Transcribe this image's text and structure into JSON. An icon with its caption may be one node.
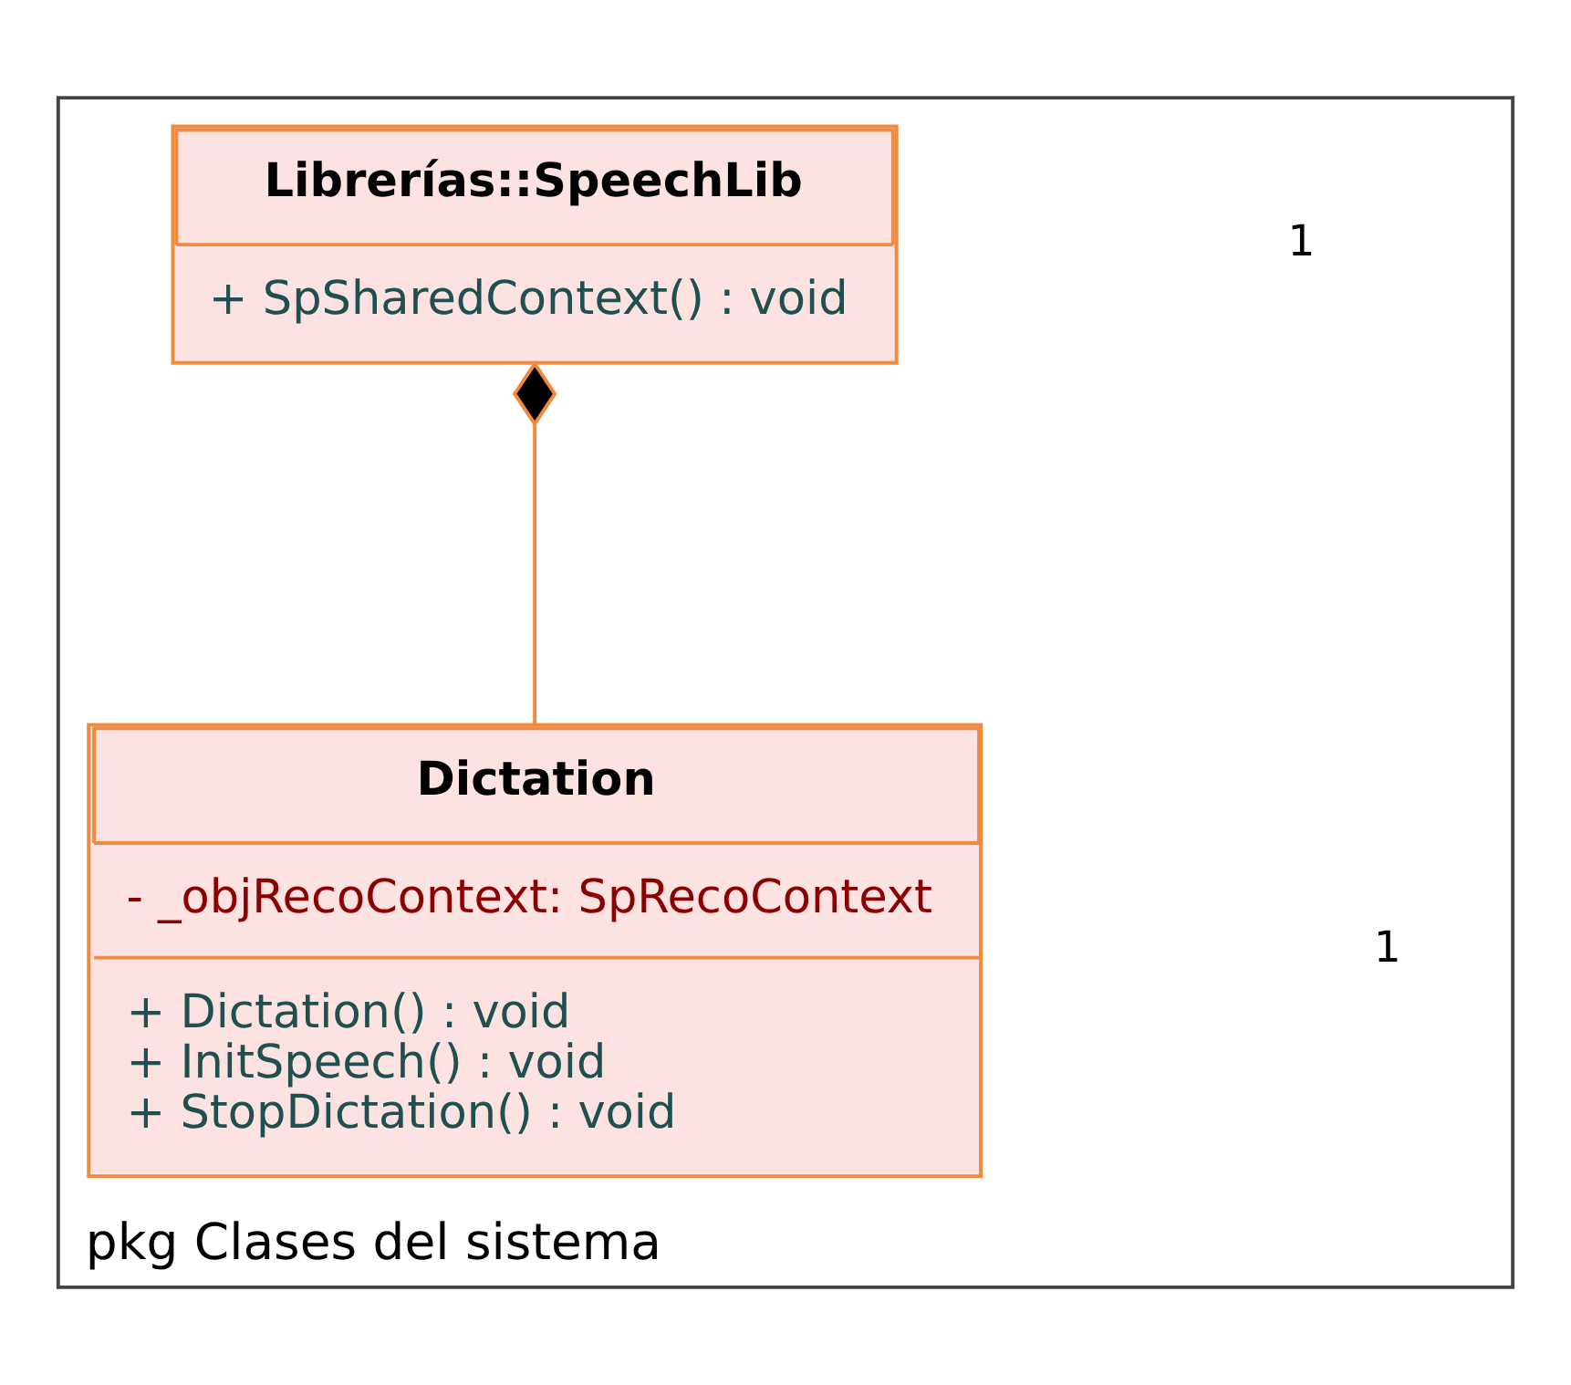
{
  "diagram": {
    "nodes": [
      {
        "text": [
          "pkg Clases del sistema"
        ]
      },
      {
        "text": [
          "Librerías::SpeechLib",
          "+ SpSharedContext() : void"
        ],
        "in": 0
      },
      {
        "text": [
          "Dictation",
          "- _objRecoContext: SpRecoContext",
          "+ Dictation() : void",
          "+ InitSpeech() : void",
          "+ StopDictation() : void"
        ],
        "in": 0
      }
    ],
    "edges": [
      {
        "from": 2,
        "to": 1,
        "arrow": "other"
      }
    ],
    "labels": [
      "1",
      "1"
    ]
  }
}
